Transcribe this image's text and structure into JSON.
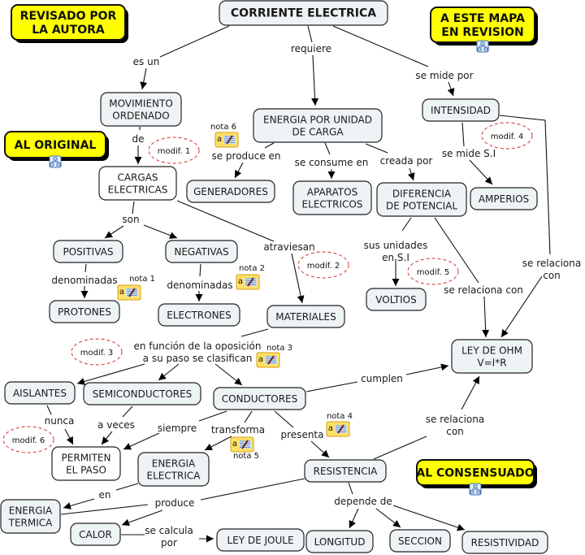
{
  "title": "CORRIENTE ELECTRICA",
  "banners": [
    {
      "id": "b1",
      "lines": [
        "REVISADO POR",
        "LA AUTORA"
      ],
      "submap": false
    },
    {
      "id": "b2",
      "lines": [
        "A ESTE MAPA",
        "EN REVISION"
      ],
      "submap": true
    },
    {
      "id": "b3",
      "lines": [
        "AL ORIGINAL"
      ],
      "submap": true
    },
    {
      "id": "b4",
      "lines": [
        "AL CONSENSUADO"
      ],
      "submap": true
    }
  ],
  "concepts": [
    {
      "id": "corriente",
      "lines": [
        "CORRIENTE ELECTRICA"
      ],
      "style": "title"
    },
    {
      "id": "movimiento",
      "lines": [
        "MOVIMIENTO",
        "ORDENADO"
      ]
    },
    {
      "id": "energia_carga",
      "lines": [
        "ENERGIA POR UNIDAD",
        "DE CARGA"
      ]
    },
    {
      "id": "intensidad",
      "lines": [
        "INTENSIDAD"
      ]
    },
    {
      "id": "cargas",
      "lines": [
        "CARGAS",
        "ELECTRICAS"
      ],
      "style": "white"
    },
    {
      "id": "generadores",
      "lines": [
        "GENERADORES"
      ]
    },
    {
      "id": "aparatos",
      "lines": [
        "APARATOS",
        "ELECTRICOS"
      ]
    },
    {
      "id": "diferencia",
      "lines": [
        "DIFERENCIA",
        "DE POTENCIAL"
      ]
    },
    {
      "id": "amperios",
      "lines": [
        "AMPERIOS"
      ]
    },
    {
      "id": "positivas",
      "lines": [
        "POSITIVAS"
      ]
    },
    {
      "id": "negativas",
      "lines": [
        "NEGATIVAS"
      ]
    },
    {
      "id": "protones",
      "lines": [
        "PROTONES"
      ]
    },
    {
      "id": "electrones",
      "lines": [
        "ELECTRONES"
      ]
    },
    {
      "id": "materiales",
      "lines": [
        "MATERIALES"
      ]
    },
    {
      "id": "voltios",
      "lines": [
        "VOLTIOS"
      ]
    },
    {
      "id": "ohm",
      "lines": [
        "LEY DE OHM",
        "V=I*R"
      ]
    },
    {
      "id": "aislantes",
      "lines": [
        "AISLANTES"
      ]
    },
    {
      "id": "semiconductores",
      "lines": [
        "SEMICONDUCTORES"
      ]
    },
    {
      "id": "conductores",
      "lines": [
        "CONDUCTORES"
      ]
    },
    {
      "id": "permiten",
      "lines": [
        "PERMITEN",
        "EL PASO"
      ],
      "style": "white"
    },
    {
      "id": "energia_electrica",
      "lines": [
        "ENERGIA",
        "ELECTRICA"
      ]
    },
    {
      "id": "resistencia",
      "lines": [
        "RESISTENCIA"
      ]
    },
    {
      "id": "energia_termica",
      "lines": [
        "ENERGIA",
        "TERMICA"
      ]
    },
    {
      "id": "calor",
      "lines": [
        "CALOR"
      ]
    },
    {
      "id": "joule",
      "lines": [
        "LEY DE JOULE"
      ]
    },
    {
      "id": "longitud",
      "lines": [
        "LONGITUD"
      ]
    },
    {
      "id": "seccion",
      "lines": [
        "SECCION"
      ]
    },
    {
      "id": "resistividad",
      "lines": [
        "RESISTIVIDAD"
      ]
    }
  ],
  "link_labels": [
    {
      "id": "l_esun",
      "lines": [
        "es un"
      ]
    },
    {
      "id": "l_requiere",
      "lines": [
        "requiere"
      ]
    },
    {
      "id": "l_semidepor",
      "lines": [
        "se mide por"
      ]
    },
    {
      "id": "l_de",
      "lines": [
        "de"
      ]
    },
    {
      "id": "l_seproduce",
      "lines": [
        "se produce en"
      ]
    },
    {
      "id": "l_seconsume",
      "lines": [
        "se consume en"
      ]
    },
    {
      "id": "l_creada",
      "lines": [
        "creada por"
      ]
    },
    {
      "id": "l_semidesi",
      "lines": [
        "se mide S.I"
      ]
    },
    {
      "id": "l_son",
      "lines": [
        "son"
      ]
    },
    {
      "id": "l_atraviesan",
      "lines": [
        "atraviesan"
      ]
    },
    {
      "id": "l_denom1",
      "lines": [
        "denominadas"
      ]
    },
    {
      "id": "l_denom2",
      "lines": [
        "denominadas"
      ]
    },
    {
      "id": "l_susunidades",
      "lines": [
        "sus unidades",
        "en S.I"
      ]
    },
    {
      "id": "l_serel1",
      "lines": [
        "se relaciona con"
      ]
    },
    {
      "id": "l_serel2",
      "lines": [
        "se relaciona",
        "con"
      ]
    },
    {
      "id": "l_enfuncion",
      "lines": [
        "en función de la  oposición",
        "a su paso se clasifican"
      ]
    },
    {
      "id": "l_cumplen",
      "lines": [
        "cumplen"
      ]
    },
    {
      "id": "l_nunca",
      "lines": [
        "nunca"
      ]
    },
    {
      "id": "l_aveces",
      "lines": [
        "a veces"
      ]
    },
    {
      "id": "l_siempre",
      "lines": [
        "siempre"
      ]
    },
    {
      "id": "l_transforma",
      "lines": [
        "transforma"
      ]
    },
    {
      "id": "l_presenta",
      "lines": [
        "presenta"
      ]
    },
    {
      "id": "l_serel3",
      "lines": [
        "se relaciona",
        "con"
      ]
    },
    {
      "id": "l_en",
      "lines": [
        "en"
      ]
    },
    {
      "id": "l_produce",
      "lines": [
        "produce"
      ]
    },
    {
      "id": "l_depende",
      "lines": [
        "depende de"
      ]
    },
    {
      "id": "l_secalcula",
      "lines": [
        "se calcula",
        "por"
      ]
    }
  ],
  "modifs": [
    {
      "id": "m1",
      "label": "modif. 1"
    },
    {
      "id": "m2",
      "label": "modif. 2"
    },
    {
      "id": "m3",
      "label": "modif. 3"
    },
    {
      "id": "m4",
      "label": "modif. 4"
    },
    {
      "id": "m5",
      "label": "modif. 5"
    },
    {
      "id": "m6",
      "label": "modif. 6"
    }
  ],
  "notes": [
    {
      "id": "n1",
      "label": "nota 1"
    },
    {
      "id": "n2",
      "label": "nota 2"
    },
    {
      "id": "n3",
      "label": "nota 3"
    },
    {
      "id": "n4",
      "label": "nota 4"
    },
    {
      "id": "n5",
      "label": "nota 5"
    },
    {
      "id": "n6",
      "label": "nota 6"
    }
  ],
  "colors": {
    "banner_fill": "#ffff00",
    "concept_fill": "#eef3f5",
    "modif_outline": "#d9534f"
  }
}
